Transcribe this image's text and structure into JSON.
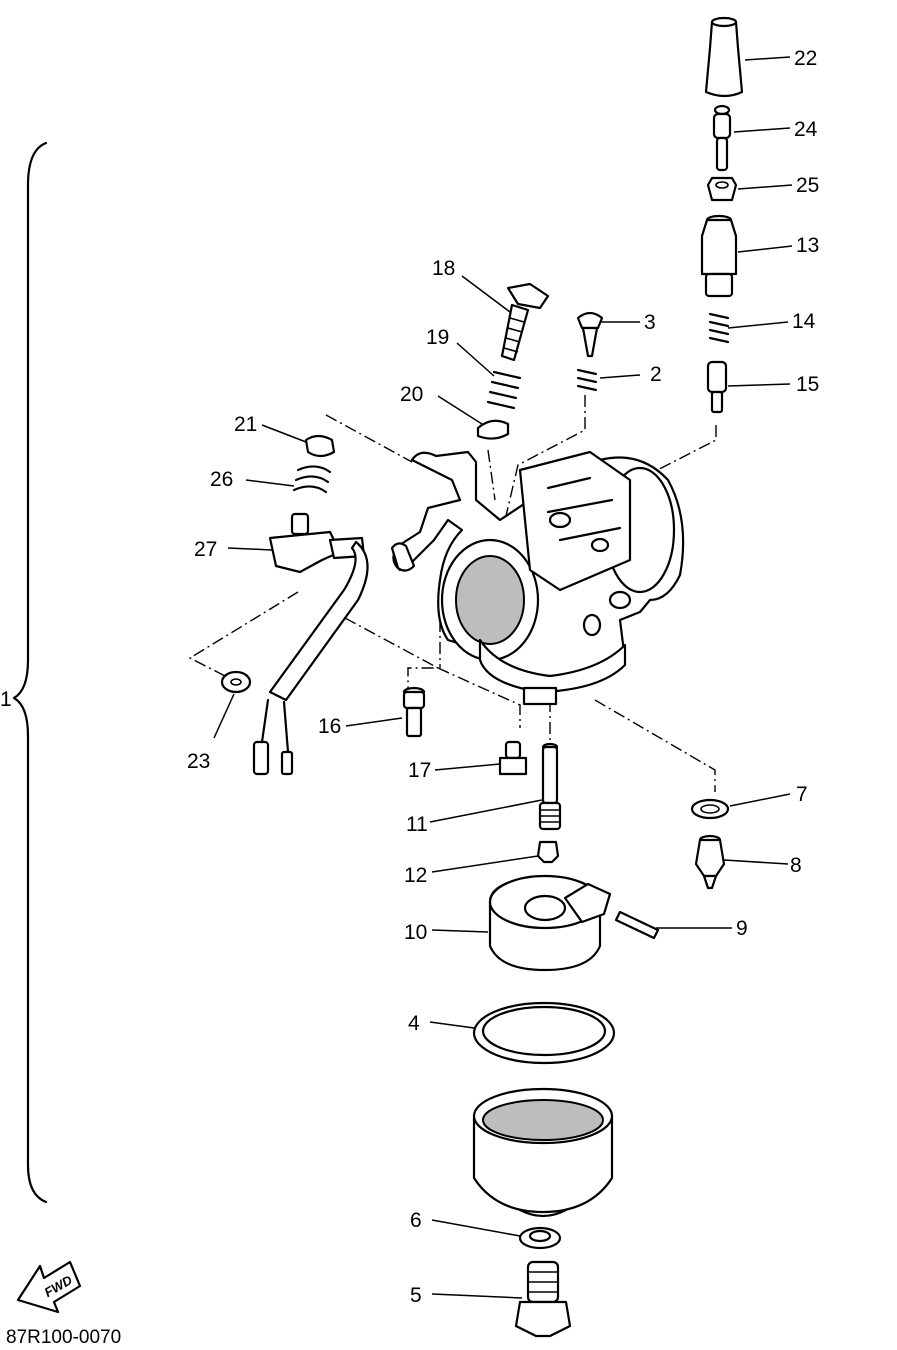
{
  "assembly_label": "1",
  "drawing_code": "87R100-0070",
  "fwd_label": "FWD",
  "callouts": [
    "22",
    "24",
    "25",
    "13",
    "18",
    "3",
    "14",
    "19",
    "2",
    "15",
    "20",
    "21",
    "26",
    "27",
    "23",
    "16",
    "17",
    "11",
    "7",
    "12",
    "8",
    "10",
    "9",
    "4",
    "6",
    "5"
  ]
}
